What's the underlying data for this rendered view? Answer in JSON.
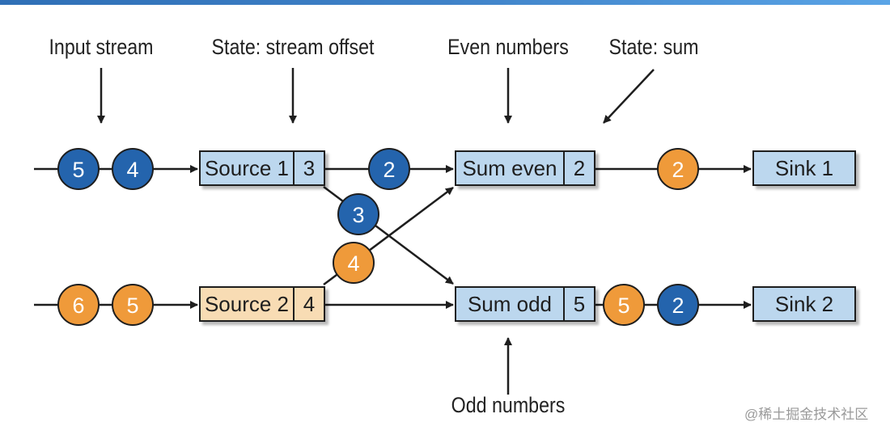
{
  "annotations": {
    "input_stream": "Input stream",
    "state_offset": "State: stream offset",
    "even_numbers": "Even numbers",
    "state_sum": "State: sum",
    "odd_numbers": "Odd numbers"
  },
  "operators": {
    "source1": {
      "label": "Source 1",
      "state": "3"
    },
    "source2": {
      "label": "Source 2",
      "state": "4"
    },
    "sum_even": {
      "label": "Sum even",
      "state": "2"
    },
    "sum_odd": {
      "label": "Sum odd",
      "state": "5"
    },
    "sink1": {
      "label": "Sink 1"
    },
    "sink2": {
      "label": "Sink 2"
    }
  },
  "records": {
    "in1_a": "5",
    "in1_b": "4",
    "in2_a": "6",
    "in2_b": "5",
    "s1_to_even": "2",
    "s1_to_odd": "3",
    "s2_to_even": "4",
    "even_out": "2",
    "odd_out_a": "5",
    "odd_out_b": "2"
  },
  "colors": {
    "blue_record": "#2464ad",
    "orange_record": "#ef9a3a",
    "box_blue": "#bcd7ee",
    "box_orange": "#f8dcb4"
  },
  "watermark": "@稀土掘金技术社区"
}
